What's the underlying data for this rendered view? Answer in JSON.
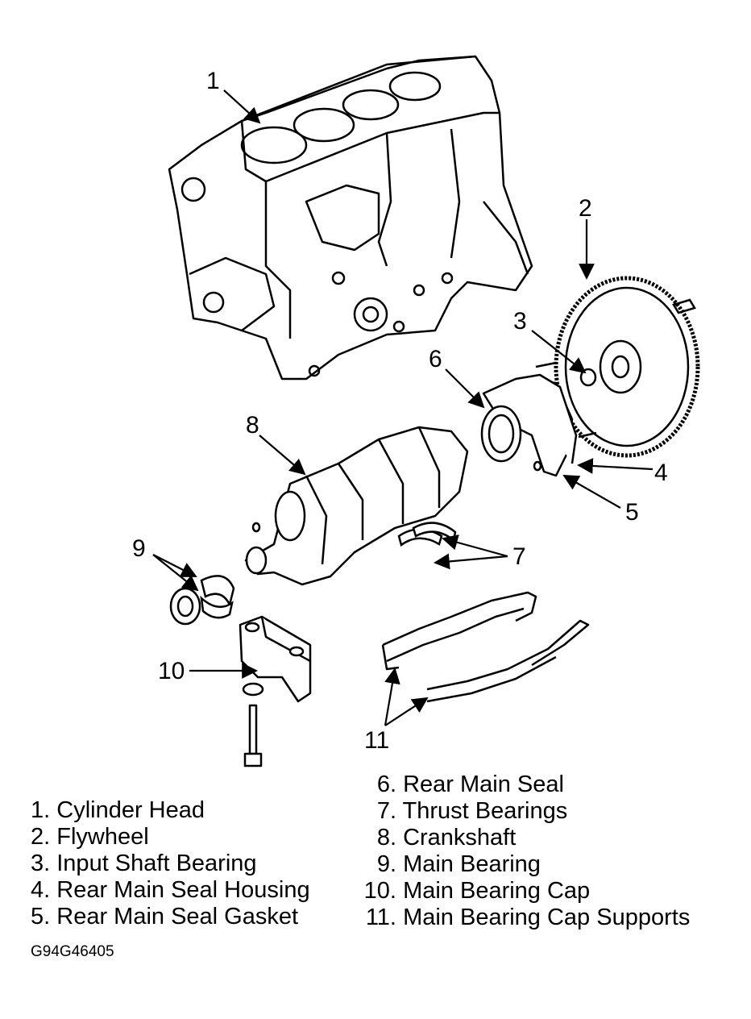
{
  "callouts": [
    "1",
    "2",
    "3",
    "4",
    "5",
    "6",
    "7",
    "8",
    "9",
    "10",
    "11"
  ],
  "legend_left": [
    {
      "num": "1.",
      "label": "Cylinder Head"
    },
    {
      "num": "2.",
      "label": "Flywheel"
    },
    {
      "num": "3.",
      "label": "Input Shaft Bearing"
    },
    {
      "num": "4.",
      "label": "Rear Main Seal Housing"
    },
    {
      "num": "5.",
      "label": "Rear Main Seal Gasket"
    }
  ],
  "legend_right": [
    {
      "num": "6.",
      "label": "Rear Main Seal"
    },
    {
      "num": "7.",
      "label": "Thrust Bearings"
    },
    {
      "num": "8.",
      "label": "Crankshaft"
    },
    {
      "num": "9.",
      "label": "Main Bearing"
    },
    {
      "num": "10.",
      "label": "Main Bearing Cap"
    },
    {
      "num": "11.",
      "label": "Main Bearing Cap Supports"
    }
  ],
  "figure_code": "G94G46405"
}
